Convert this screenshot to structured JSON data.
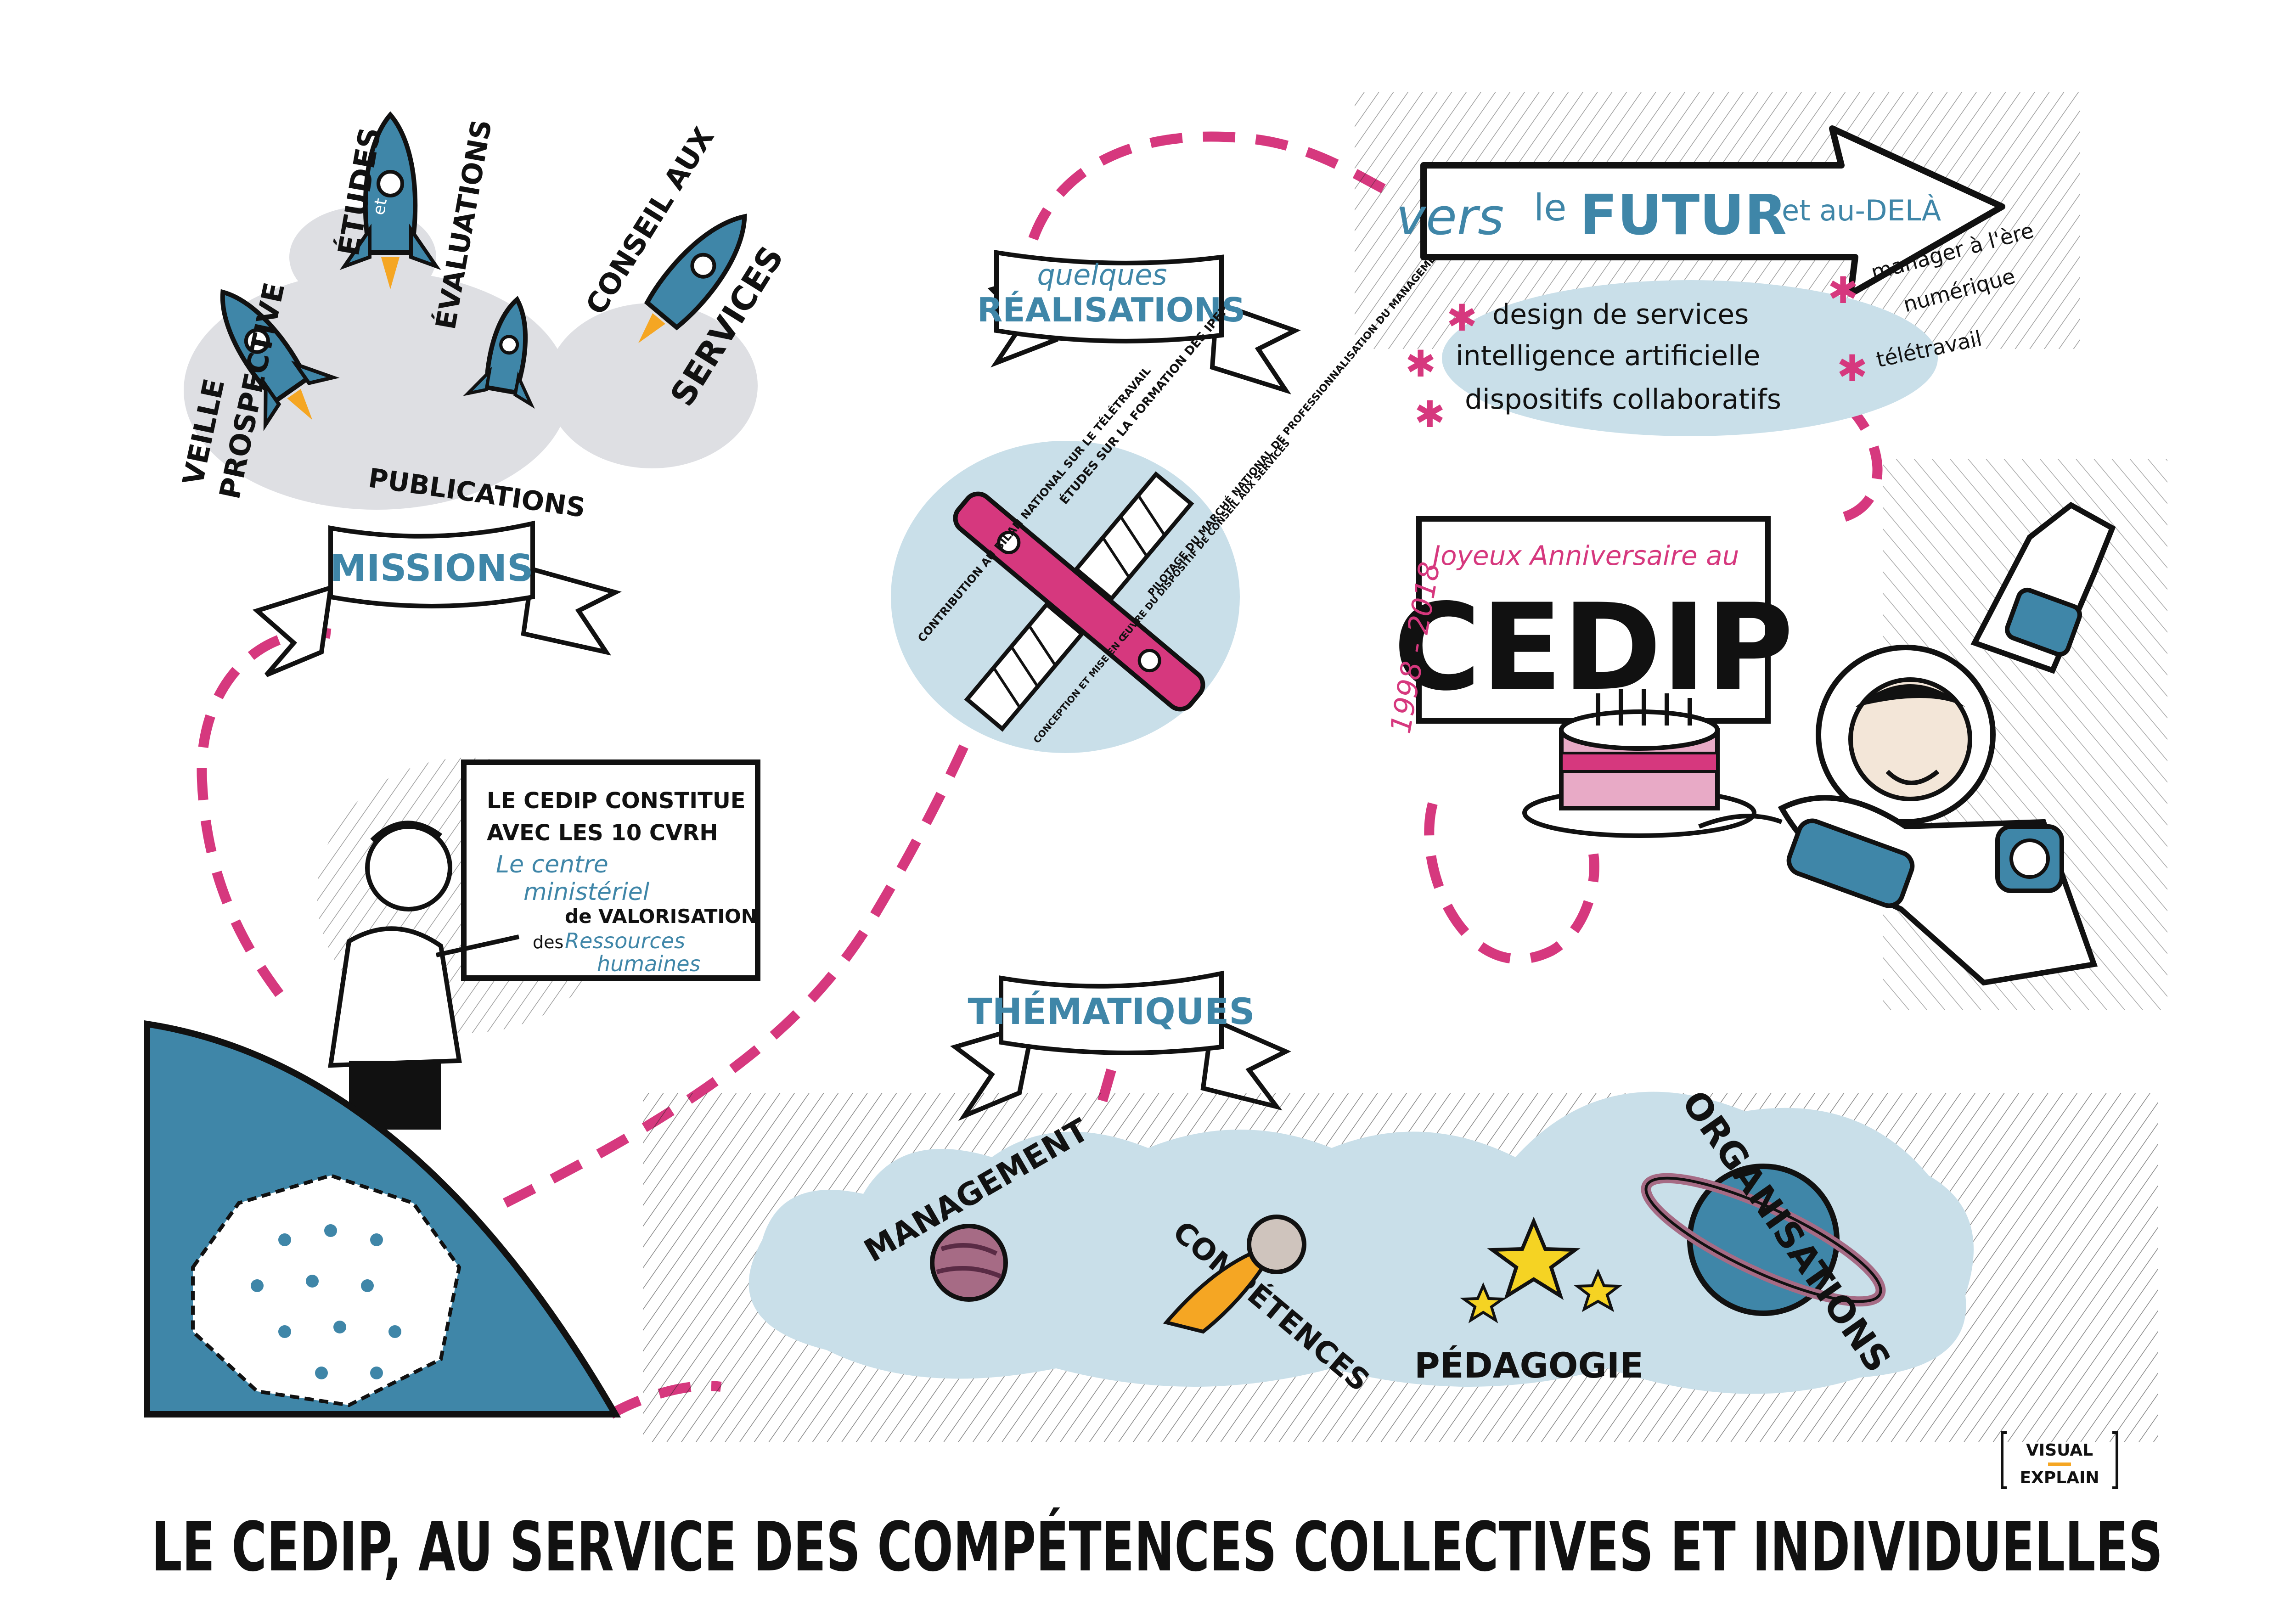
{
  "colors": {
    "ink": "#111111",
    "blue": "#3f86a8",
    "pale_blue": "#c9dfe9",
    "pink": "#d6387e",
    "cloud": "#dedfe3",
    "orange": "#f5a623"
  },
  "footer_title": "LE CEDIP, AU SERVICE DES COMPÉTENCES COLLECTIVES ET INDIVIDUELLES",
  "brand": {
    "line1": "VISUAL",
    "line2": "EXPLAIN"
  },
  "missions": {
    "banner": "MISSIONS",
    "rockets": {
      "veille_line1": "VEILLE",
      "veille_line2": "PROSPECTIVE",
      "etudes_line1": "ÉTUDES",
      "etudes_et": "et",
      "etudes_line2": "ÉVALUATIONS",
      "conseil_line1": "CONSEIL AUX",
      "conseil_line2": "SERVICES",
      "publications": "PUBLICATIONS"
    }
  },
  "realisations": {
    "banner_line1": "quelques",
    "banner_line2": "RÉALISATIONS",
    "items": [
      "ÉTUDES SUR LA FORMATION DES IPEF",
      "CONTRIBUTION AU BILAN NATIONAL SUR LE TÉLÉTRAVAIL",
      "PILOTAGE DU MARCHÉ NATIONAL DE PROFESSIONNALISATION DU MANAGEMENT",
      "CONCEPTION ET MISE EN ŒUVRE DU DISPOSITIF DE CONSEIL AUX SERVICES"
    ]
  },
  "futur": {
    "vers": "vers",
    "le": "le",
    "futur": "FUTUR",
    "et_au_dela": "et au-DELÀ",
    "items_left": [
      "design de services",
      "intelligence artificielle",
      "dispositifs collaboratifs"
    ],
    "items_right_1_line1": "manager à l'ère",
    "items_right_1_line2": "numérique",
    "items_right_2": "télétravail"
  },
  "anniversary": {
    "subtitle": "Joyeux Anniversaire au",
    "name": "CEDIP",
    "years": "1998 - 2018"
  },
  "board": {
    "line1": "LE CEDIP CONSTITUE",
    "line2": "AVEC LES 10 CVRH",
    "line3": "Le centre",
    "line4": "ministériel",
    "line5": "de VALORISATION",
    "line6_prefix": "des",
    "line6": "Ressources",
    "line7": "humaines"
  },
  "thematiques": {
    "banner": "THÉMATIQUES",
    "management": "MANAGEMENT",
    "competences": "COMPÉTENCES",
    "pedagogie": "PÉDAGOGIE",
    "organisations": "ORGANISATIONS"
  }
}
